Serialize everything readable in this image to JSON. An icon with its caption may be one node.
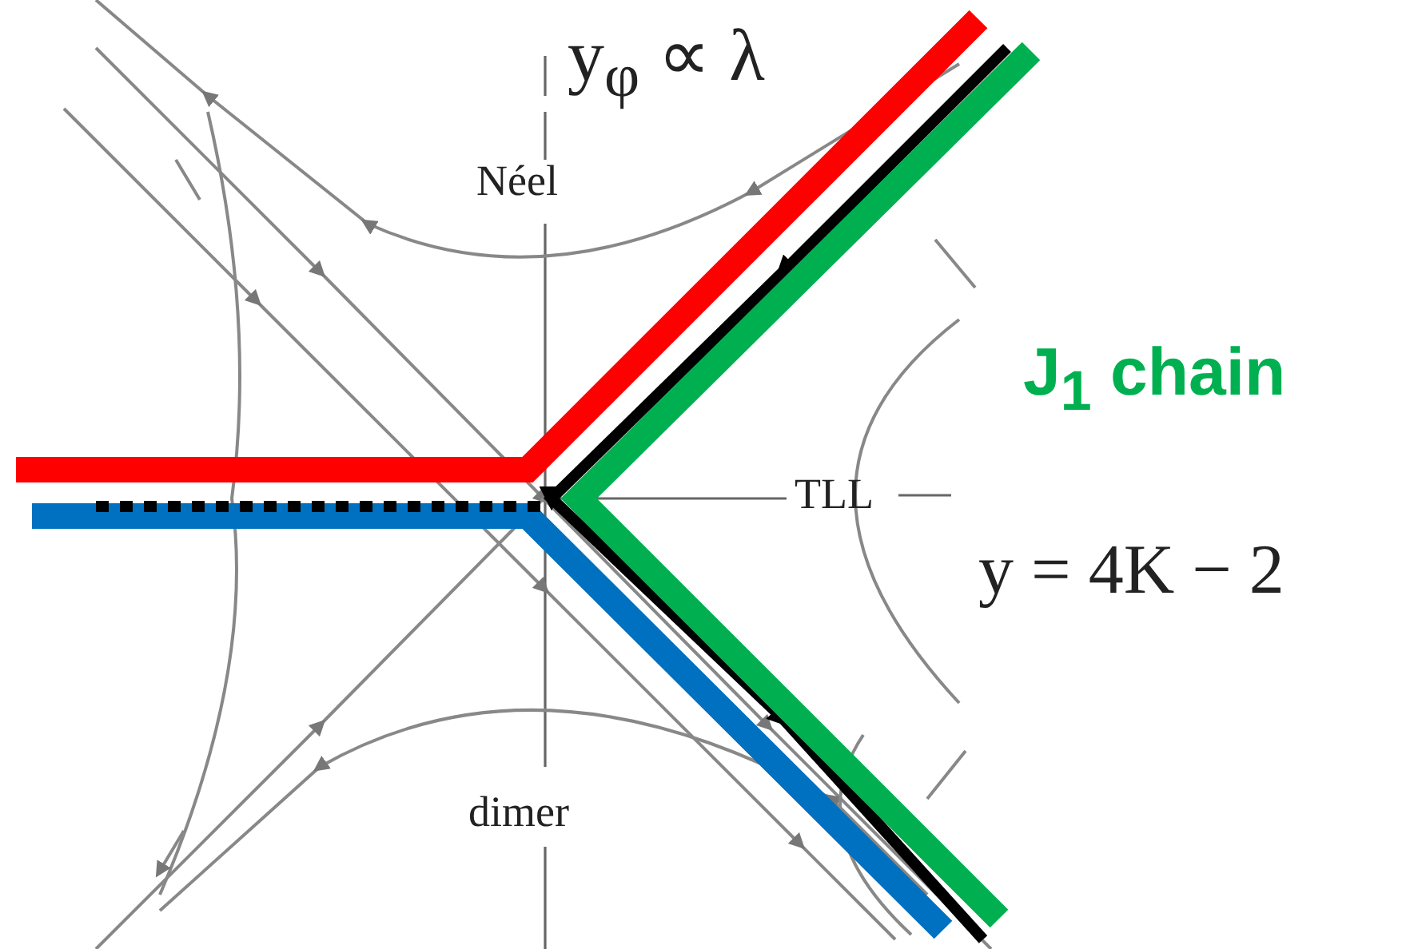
{
  "diagram": {
    "labels": [
      "y$_{φ}$ ∝ λ",
      "Néel",
      "J$_{1}$ chain",
      "TLL",
      "y = 4K − 2",
      "dimer"
    ]
  }
}
